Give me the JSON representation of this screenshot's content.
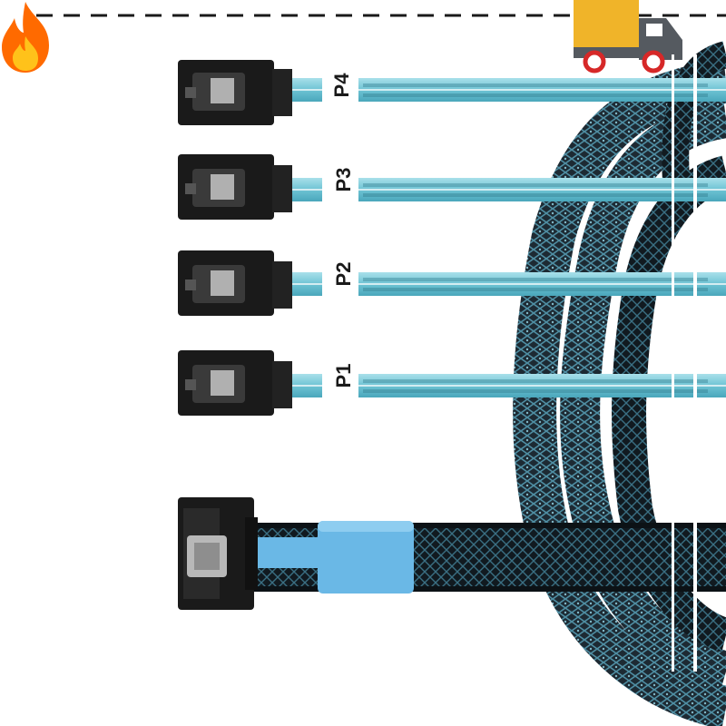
{
  "ports": [
    {
      "label": "P4"
    },
    {
      "label": "P3"
    },
    {
      "label": "P2"
    },
    {
      "label": "P1"
    }
  ],
  "icons": {
    "top_left": "fire-icon",
    "top_right": "delivery-truck-icon"
  },
  "colors": {
    "cable_blue": "#7fcad8",
    "braid_dark": "#1d2a33",
    "connector_black": "#1a1a1a",
    "sleeve_blue": "#6ab8e6",
    "truck_yellow": "#f0b429",
    "truck_gray": "#555a60",
    "wheel_red": "#d62828",
    "flame_orange": "#ff6a00"
  }
}
